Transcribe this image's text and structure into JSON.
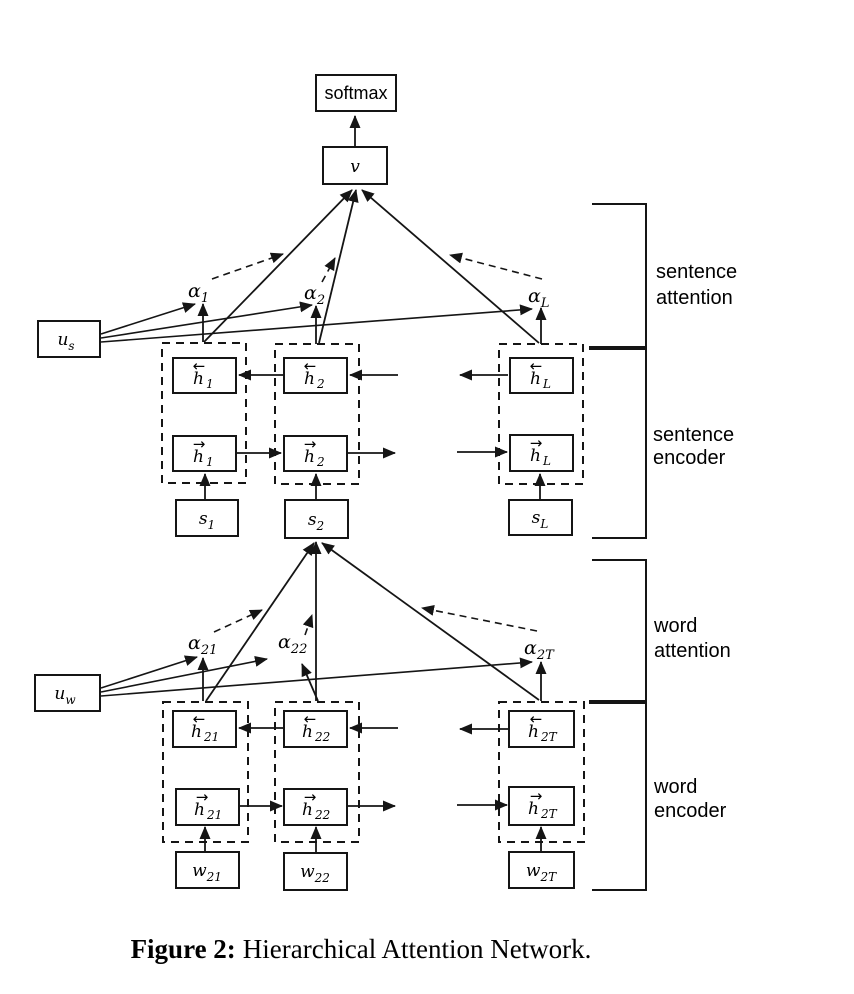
{
  "top": {
    "softmax": "softmax",
    "v": "v"
  },
  "sentence_level": {
    "context_vector": {
      "base": "u",
      "sub": "s"
    },
    "attentions": [
      {
        "base": "α",
        "sub": "1"
      },
      {
        "base": "α",
        "sub": "2"
      },
      {
        "base": "α",
        "sub": "L"
      }
    ],
    "columns": [
      {
        "backward": {
          "dir": "←",
          "base": "h",
          "sub": "1"
        },
        "forward": {
          "dir": "→",
          "base": "h",
          "sub": "1"
        },
        "input": {
          "base": "s",
          "sub": "1"
        }
      },
      {
        "backward": {
          "dir": "←",
          "base": "h",
          "sub": "2"
        },
        "forward": {
          "dir": "→",
          "base": "h",
          "sub": "2"
        },
        "input": {
          "base": "s",
          "sub": "2"
        }
      },
      {
        "backward": {
          "dir": "←",
          "base": "h",
          "sub": "L"
        },
        "forward": {
          "dir": "→",
          "base": "h",
          "sub": "L"
        },
        "input": {
          "base": "s",
          "sub": "L"
        }
      }
    ],
    "labels": {
      "attention": [
        "sentence",
        "attention"
      ],
      "encoder": [
        "sentence",
        "encoder"
      ]
    }
  },
  "word_level": {
    "context_vector": {
      "base": "u",
      "sub": "w"
    },
    "attentions": [
      {
        "base": "α",
        "sub": "21"
      },
      {
        "base": "α",
        "sub": "22"
      },
      {
        "base": "α",
        "sub": "2T"
      }
    ],
    "columns": [
      {
        "backward": {
          "dir": "←",
          "base": "h",
          "sub": "21"
        },
        "forward": {
          "dir": "→",
          "base": "h",
          "sub": "21"
        },
        "input": {
          "base": "w",
          "sub": "21"
        }
      },
      {
        "backward": {
          "dir": "←",
          "base": "h",
          "sub": "22"
        },
        "forward": {
          "dir": "→",
          "base": "h",
          "sub": "22"
        },
        "input": {
          "base": "w",
          "sub": "22"
        }
      },
      {
        "backward": {
          "dir": "←",
          "base": "h",
          "sub": "2T"
        },
        "forward": {
          "dir": "→",
          "base": "h",
          "sub": "2T"
        },
        "input": {
          "base": "w",
          "sub": "2T"
        }
      }
    ],
    "labels": {
      "attention": [
        "word",
        "attention"
      ],
      "encoder": [
        "word",
        "encoder"
      ]
    }
  },
  "caption": {
    "bold": "Figure 2:",
    "rest": "Hierarchical Attention Network."
  }
}
